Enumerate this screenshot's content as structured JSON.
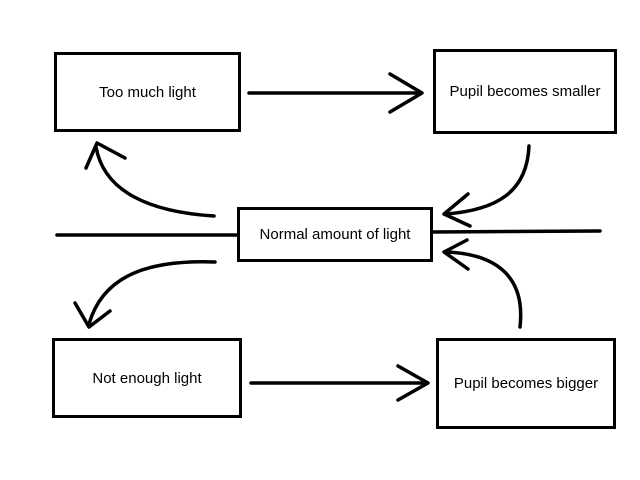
{
  "diagram": {
    "nodes": {
      "too_much_light": "Too much light",
      "pupil_smaller": "Pupil becomes smaller",
      "normal_light": "Normal amount of light",
      "not_enough_light": "Not enough light",
      "pupil_bigger": "Pupil becomes bigger"
    },
    "edges": [
      {
        "from": "too_much_light",
        "to": "pupil_smaller"
      },
      {
        "from": "pupil_smaller",
        "to": "normal_light"
      },
      {
        "from": "normal_light",
        "to": "too_much_light"
      },
      {
        "from": "normal_light",
        "to": "not_enough_light"
      },
      {
        "from": "not_enough_light",
        "to": "pupil_bigger"
      },
      {
        "from": "pupil_bigger",
        "to": "normal_light"
      }
    ],
    "stroke_color": "#000000"
  }
}
